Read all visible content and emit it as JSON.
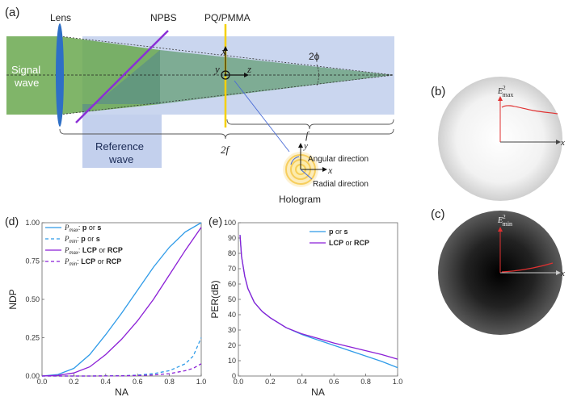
{
  "panel_a": {
    "panel_label": "(a)",
    "lens_label": "Lens",
    "npbs_label": "NPBS",
    "sample_label": "PQ/PMMA",
    "signal_label_line1": "Signal",
    "signal_label_line2": "wave",
    "reference_label_line1": "Reference",
    "reference_label_line2": "wave",
    "angle_label": "2ϕ",
    "axis_x": "x",
    "axis_y": "y",
    "axis_z": "z",
    "dim_f": "f",
    "dim_2f": "2f",
    "hologram_label": "Hologram",
    "angular_label": "Angular direction",
    "radial_label": "Radial direction",
    "inset_x": "x",
    "inset_y": "y"
  },
  "panel_b": {
    "panel_label": "(b)",
    "curve_label_base": "E",
    "curve_label_sup": "2",
    "curve_label_sub": "max",
    "axis_x": "x"
  },
  "panel_c": {
    "panel_label": "(c)",
    "curve_label_base": "E",
    "curve_label_sup": "2",
    "curve_label_sub": "min",
    "axis_x": "x"
  },
  "colors": {
    "signal_green": "#6aa84f",
    "reference_blue": "#b8c8ea",
    "npbs_purple": "#8b2fd6",
    "pq_yellow": "#f5d000",
    "lens_blue": "#2e6fc6",
    "curve_red": "#e03030",
    "series_blue": "#2f9be8",
    "series_purple": "#8b1fd6"
  },
  "chart_data": [
    {
      "panel_label": "(d)",
      "type": "line",
      "xlabel": "NA",
      "ylabel": "NDP",
      "xlim": [
        0,
        1
      ],
      "ylim": [
        0,
        1
      ],
      "xticks": [
        "0.0",
        "0.2",
        "0.4",
        "0.6",
        "0.8",
        "1.0"
      ],
      "yticks": [
        "0.00",
        "0.25",
        "0.50",
        "0.75",
        "1.00"
      ],
      "legend": [
        {
          "sym": "P",
          "sub": "max",
          "text1": ": ",
          "bold1": "p",
          "text2": " or ",
          "bold2": "s"
        },
        {
          "sym": "P",
          "sub": "min",
          "text1": ": ",
          "bold1": "p",
          "text2": " or ",
          "bold2": "s"
        },
        {
          "sym": "P",
          "sub": "max",
          "text1": ": ",
          "bold1": "LCP",
          "text2": " or ",
          "bold2": "RCP"
        },
        {
          "sym": "P",
          "sub": "min",
          "text1": ": ",
          "bold1": "LCP",
          "text2": " or ",
          "bold2": "RCP"
        }
      ],
      "legend_position": "top-left",
      "series": [
        {
          "color": "#2f9be8",
          "dash": false,
          "x": [
            0,
            0.1,
            0.2,
            0.3,
            0.4,
            0.5,
            0.6,
            0.7,
            0.8,
            0.9,
            1.0
          ],
          "y": [
            0,
            0.01,
            0.05,
            0.14,
            0.27,
            0.41,
            0.56,
            0.71,
            0.84,
            0.94,
            1.0
          ]
        },
        {
          "color": "#2f9be8",
          "dash": true,
          "x": [
            0,
            0.3,
            0.5,
            0.6,
            0.7,
            0.8,
            0.9,
            0.95,
            1.0
          ],
          "y": [
            0,
            0.0,
            0.002,
            0.006,
            0.015,
            0.035,
            0.08,
            0.13,
            0.25
          ]
        },
        {
          "color": "#8b1fd6",
          "dash": false,
          "x": [
            0,
            0.1,
            0.2,
            0.3,
            0.4,
            0.5,
            0.6,
            0.7,
            0.8,
            0.9,
            1.0
          ],
          "y": [
            0,
            0.005,
            0.02,
            0.06,
            0.14,
            0.24,
            0.36,
            0.5,
            0.66,
            0.82,
            0.97
          ]
        },
        {
          "color": "#8b1fd6",
          "dash": true,
          "x": [
            0,
            0.3,
            0.5,
            0.6,
            0.7,
            0.8,
            0.9,
            0.95,
            1.0
          ],
          "y": [
            0,
            0.0,
            0.001,
            0.003,
            0.007,
            0.015,
            0.035,
            0.05,
            0.08
          ]
        }
      ]
    },
    {
      "panel_label": "(e)",
      "type": "line",
      "xlabel": "NA",
      "ylabel": "PER(dB)",
      "xlim": [
        0,
        1
      ],
      "ylim": [
        0,
        100
      ],
      "xticks": [
        "0.0",
        "0.2",
        "0.4",
        "0.6",
        "0.8",
        "1.0"
      ],
      "yticks": [
        "0",
        "10",
        "20",
        "30",
        "40",
        "50",
        "60",
        "70",
        "80",
        "90",
        "100"
      ],
      "legend": [
        {
          "bold1": "p",
          "text2": " or ",
          "bold2": "s"
        },
        {
          "bold1": "LCP",
          "text2": " or ",
          "bold2": "RCP"
        }
      ],
      "legend_position": "top-right",
      "series": [
        {
          "color": "#2f9be8",
          "dash": false,
          "x": [
            0.01,
            0.02,
            0.04,
            0.06,
            0.1,
            0.15,
            0.2,
            0.3,
            0.4,
            0.5,
            0.6,
            0.7,
            0.8,
            0.9,
            1.0
          ],
          "y": [
            92,
            78,
            65,
            57,
            48,
            42,
            38,
            31.5,
            27,
            23.5,
            20,
            16.5,
            13,
            9.5,
            5.5
          ]
        },
        {
          "color": "#8b1fd6",
          "dash": false,
          "x": [
            0.01,
            0.02,
            0.04,
            0.06,
            0.1,
            0.15,
            0.2,
            0.3,
            0.4,
            0.5,
            0.6,
            0.7,
            0.8,
            0.9,
            1.0
          ],
          "y": [
            92,
            78,
            65,
            57,
            48,
            42,
            38,
            31.5,
            27.5,
            24.5,
            21.5,
            19,
            16.5,
            14,
            11
          ]
        }
      ]
    }
  ]
}
